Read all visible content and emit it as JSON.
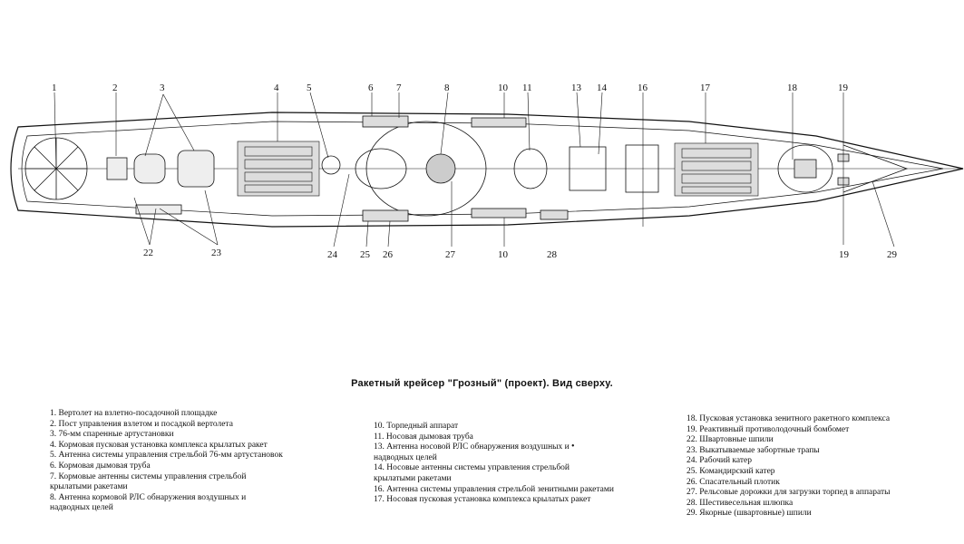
{
  "title": "Ракетный крейсер \"Грозный\" (проект). Вид сверху.",
  "labels_top": [
    "1",
    "2",
    "3",
    "4",
    "5",
    "6",
    "7",
    "8",
    "10",
    "11",
    "13",
    "14",
    "16",
    "17",
    "18",
    "19"
  ],
  "labels_bottom": [
    "22",
    "23",
    "24",
    "25",
    "26",
    "27",
    "10",
    "28",
    "19",
    "29"
  ],
  "legend": {
    "col1": [
      "1. Вертолет на взлетно-посадочной площадке",
      "2. Пост управления взлетом и посадкой вертолета",
      "3. 76-мм спаренные артустановки",
      "4. Кормовая пусковая установка комплекса крылатых ракет",
      "5. Антенна системы управления стрельбой 76-мм артустановок",
      "6. Кормовая дымовая труба",
      "7. Кормовые антенны системы управления стрельбой\nкрылатыми ракетами",
      "8. Антенна кормовой РЛС обнаружения воздушных и\nнадводных целей"
    ],
    "col2": [
      "10. Торпедный аппарат",
      "11. Носовая дымовая труба",
      "13. Антенна носовой РЛС обнаружения воздушных и\nнадводных целей",
      "14. Носовые антенны системы управления стрельбой\nкрылатыми ракетами",
      "16. Антенна системы управления стрельбой зенитными ракетами",
      "17. Носовая пусковая установка комплекса крылатых ракет"
    ],
    "col3": [
      "18. Пусковая установка зенитного ракетного комплекса",
      "19. Реактивный противолодочный бомбомет",
      "22. Швартовные шпили",
      "23. Выкатываемые забортные трапы",
      "24. Рабочий катер",
      "25. Командирский катер",
      "26. Спасательный плотик",
      "27. Рельсовые дорожки для загрузки торпед в аппараты",
      "28. Шестивесельная шлюпка",
      "29. Якорные (швартовные) шпили"
    ],
    "stray_mark": "•"
  }
}
